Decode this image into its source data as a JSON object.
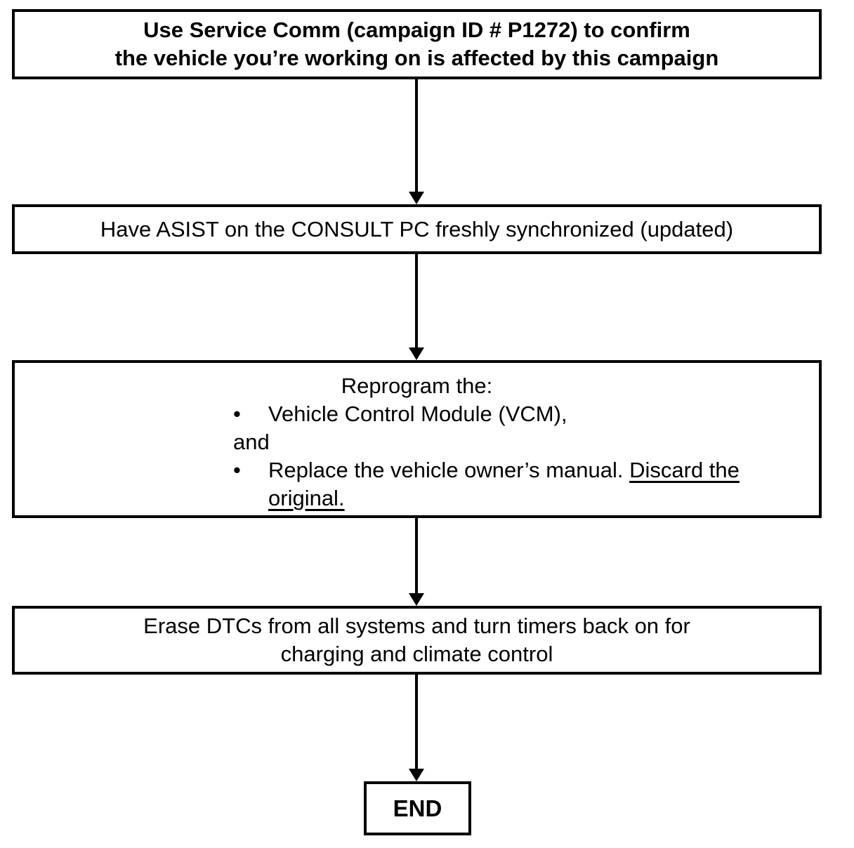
{
  "meta": {
    "background_color": "#ffffff",
    "ink_color": "#000000"
  },
  "icons": {
    "bullet": "•"
  },
  "flowchart": {
    "step1": {
      "lines": [
        "Use Service Comm (campaign ID # P1272) to confirm",
        "the vehicle you’re working on is affected by this campaign"
      ]
    },
    "step2": {
      "text": "Have ASIST on the CONSULT PC freshly synchronized (updated)"
    },
    "step3": {
      "heading": "Reprogram the:",
      "item1": "Vehicle Control Module (VCM),",
      "connector": "and",
      "item2_plain": "Replace the vehicle owner’s manual.",
      "item2_underline_line1": "Discard the",
      "item2_underline_line2": "original."
    },
    "step4": {
      "lines": [
        "Erase DTCs from all systems and turn timers back on for",
        "charging and climate control"
      ]
    },
    "end": {
      "label": "END"
    }
  }
}
